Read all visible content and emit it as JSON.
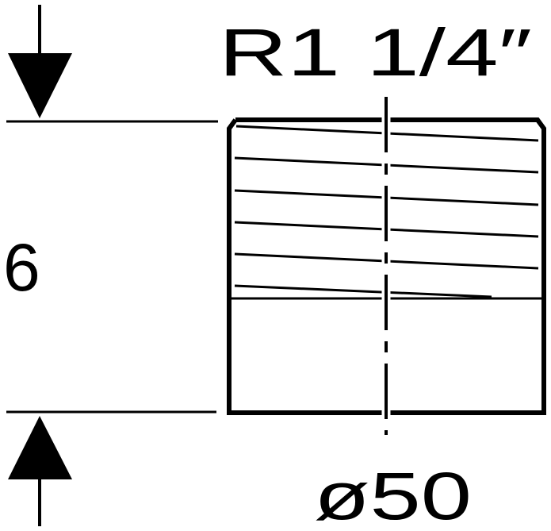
{
  "drawing": {
    "thread_label": "R1 1/4″",
    "height_label": "6",
    "diameter_label": "ø50",
    "colors": {
      "line": "#000000",
      "background": "#ffffff"
    }
  }
}
